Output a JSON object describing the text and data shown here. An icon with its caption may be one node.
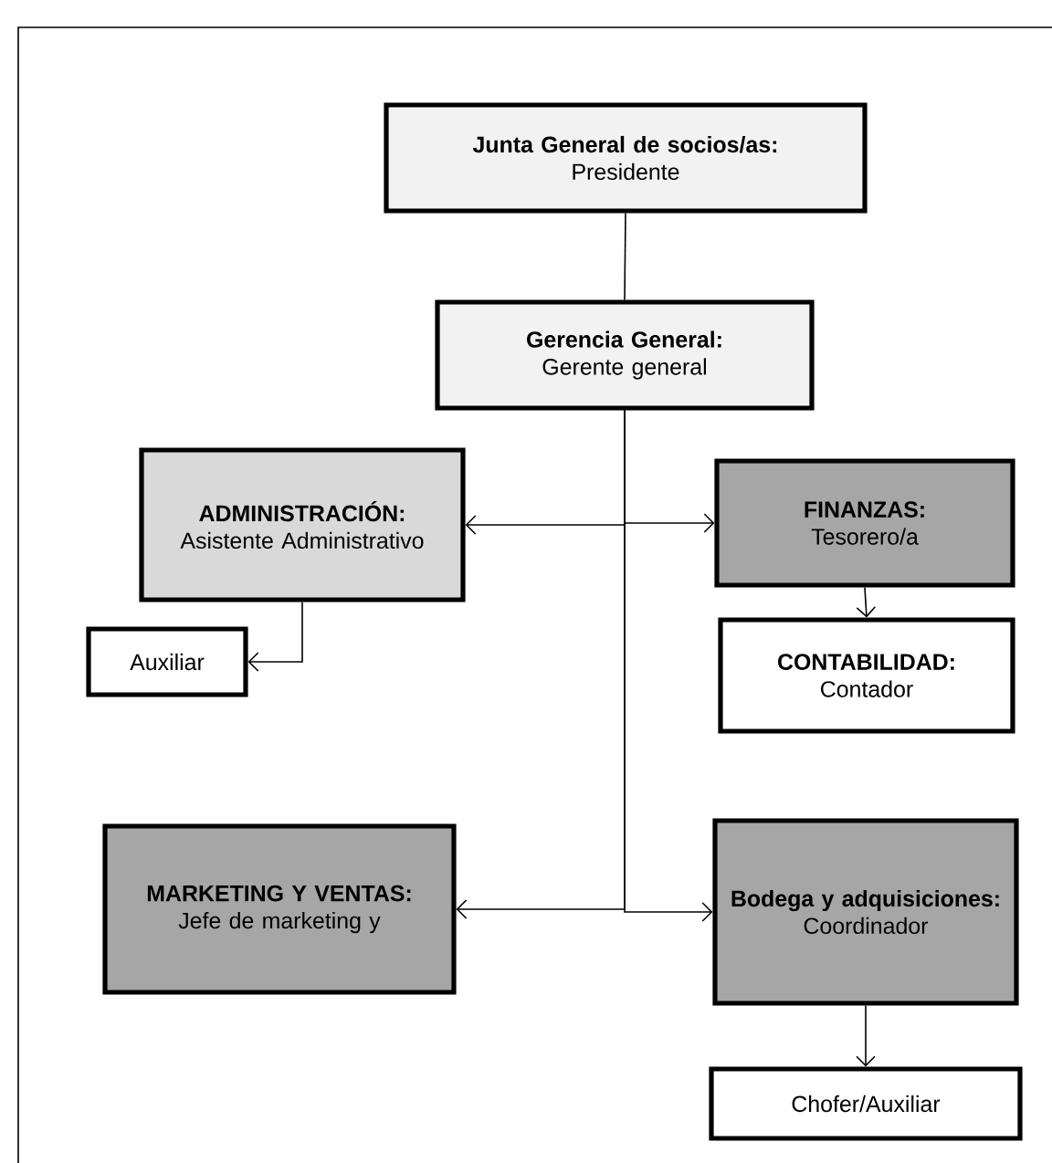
{
  "diagram": {
    "nodes": [
      {
        "text": [
          "Junta General de socios/as:",
          "Presidente"
        ]
      },
      {
        "text": [
          "Gerencia General:",
          "Gerente general"
        ]
      },
      {
        "text": [
          "ADMINISTRACIÓN:",
          "Asistente Administrativo"
        ]
      },
      {
        "text": [
          "FINANZAS:",
          "Tesorero/a"
        ]
      },
      {
        "text": [
          "Auxiliar"
        ]
      },
      {
        "text": [
          "CONTABILIDAD:",
          "Contador"
        ]
      },
      {
        "text": [
          "MARKETING Y VENTAS:",
          "Jefe de marketing y"
        ]
      },
      {
        "text": [
          "Bodega y adquisiciones:",
          "Coordinador"
        ]
      },
      {
        "text": [
          "Chofer/Auxiliar"
        ]
      }
    ],
    "edges": [
      {
        "from": 0,
        "to": 1,
        "arrow": "none"
      },
      {
        "from": 1,
        "to": 2,
        "arrow": "to"
      },
      {
        "from": 1,
        "to": 3,
        "arrow": "to"
      },
      {
        "from": 1,
        "to": 6,
        "arrow": "to"
      },
      {
        "from": 1,
        "to": 7,
        "arrow": "to"
      },
      {
        "from": 2,
        "to": 4,
        "arrow": "to"
      },
      {
        "from": 3,
        "to": 5,
        "arrow": "to"
      },
      {
        "from": 7,
        "to": 8,
        "arrow": "to"
      }
    ]
  }
}
